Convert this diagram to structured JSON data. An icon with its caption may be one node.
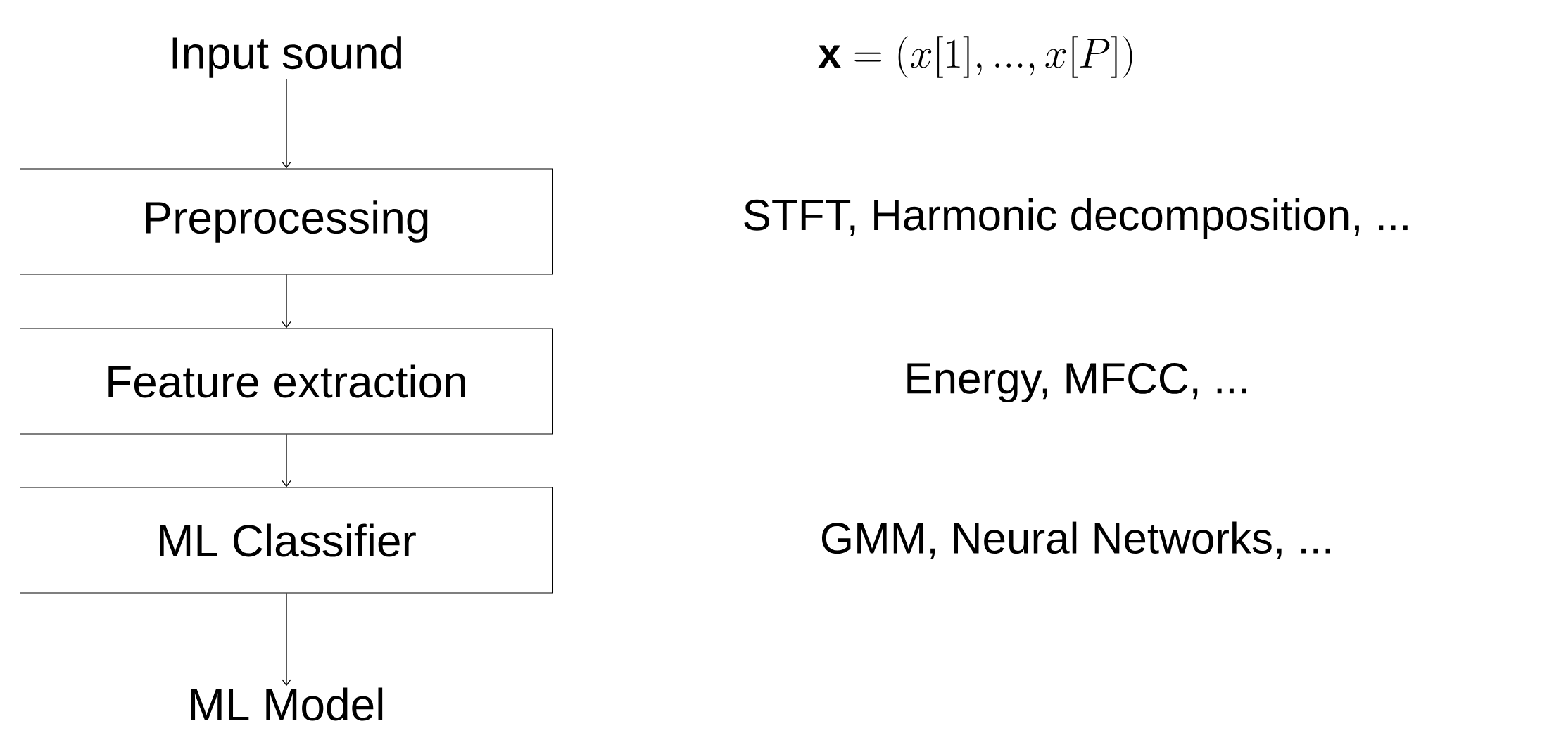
{
  "diagram": {
    "nodes": [
      {
        "text": [
          "Input sound"
        ]
      },
      {
        "text": [
          "Preprocessing"
        ]
      },
      {
        "text": [
          "Feature extraction"
        ]
      },
      {
        "text": [
          "ML Classifier"
        ]
      },
      {
        "text": [
          "ML Model"
        ]
      }
    ],
    "edges": [
      {
        "from": 0,
        "to": 1,
        "arrow": "to"
      },
      {
        "from": 1,
        "to": 2,
        "arrow": "to"
      },
      {
        "from": 2,
        "to": 3,
        "arrow": "to"
      },
      {
        "from": 3,
        "to": 4,
        "arrow": "to"
      }
    ],
    "labels": [
      "\\mathbf{x} = (x[1], ..., x[P])",
      "STFT, Harmonic decomposition, ...",
      "Energy, MFCC, ...",
      "GMM, Neural Networks, ..."
    ]
  }
}
